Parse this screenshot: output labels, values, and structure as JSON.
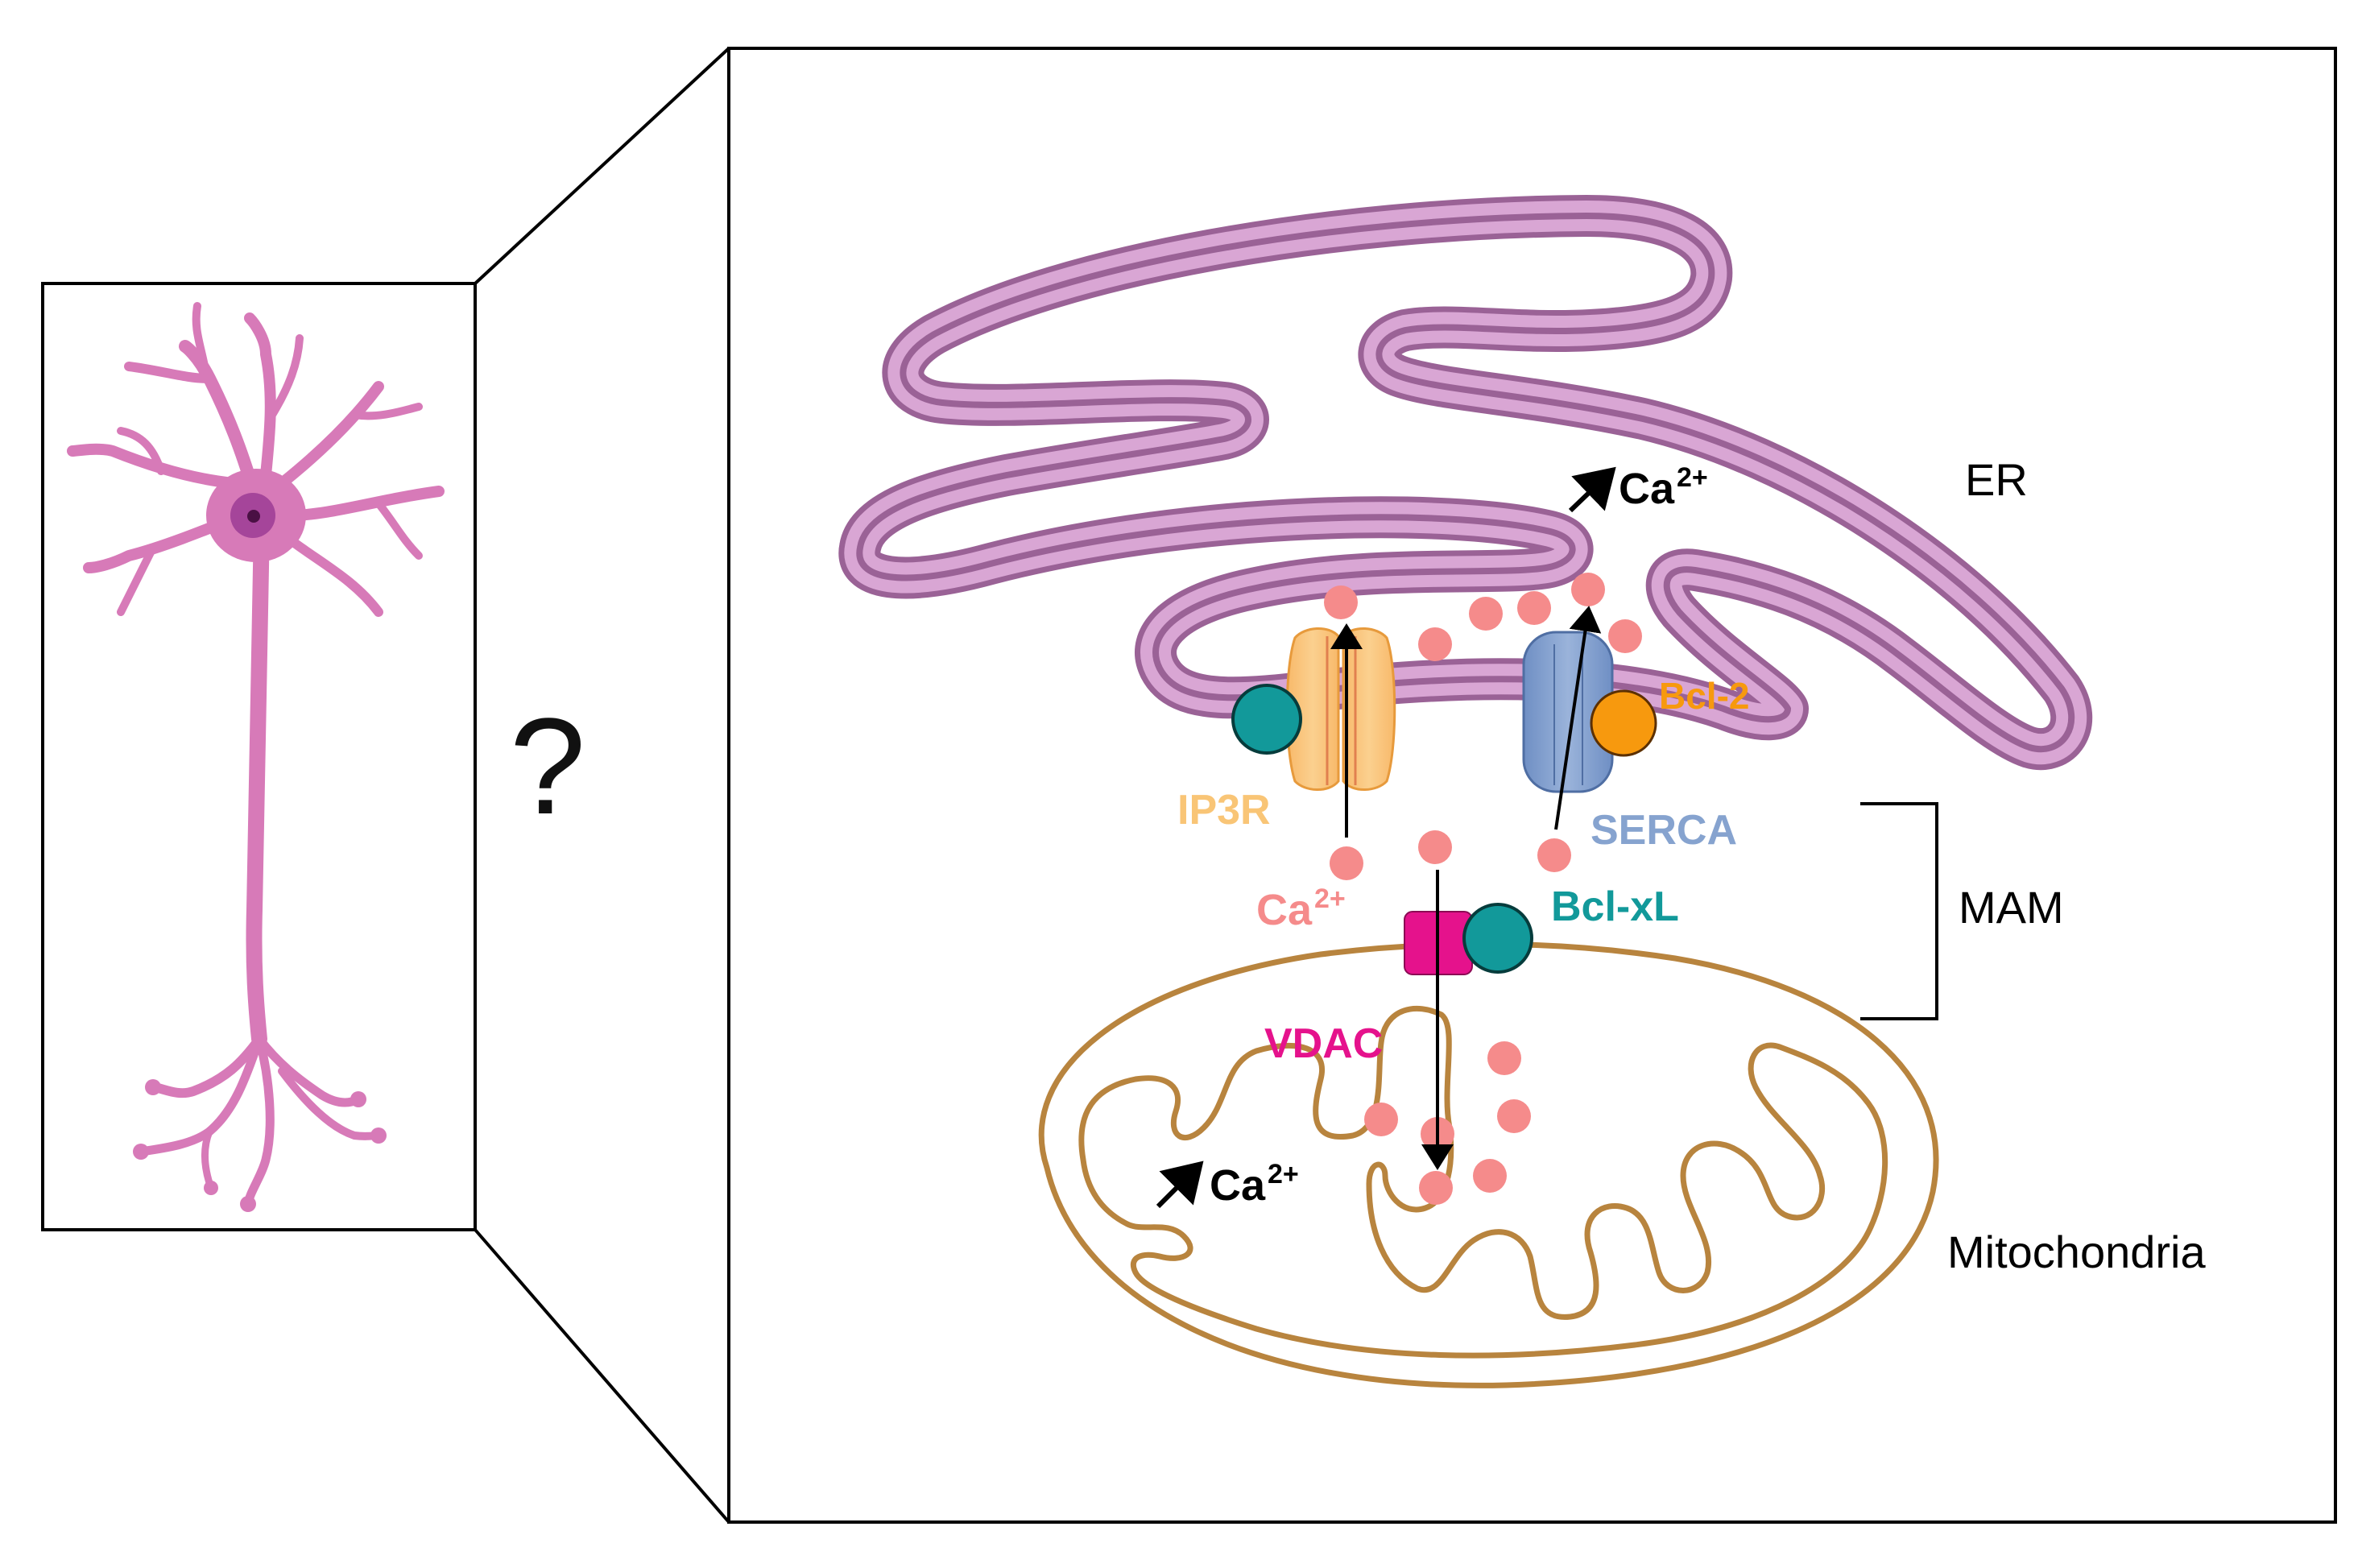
{
  "labels": {
    "question": "?",
    "er": "ER",
    "mam": "MAM",
    "mitochondria": "Mitochondria",
    "ip3r": "IP3R",
    "serca": "SERCA",
    "bcl2": "Bcl-2",
    "bclxl": "Bcl-xL",
    "vdac": "VDAC",
    "ca_base": "Ca",
    "ca_sup": "2+"
  },
  "colors": {
    "er_fill": "#d9a6d4",
    "er_outline": "#9a6296",
    "mito": "#b8843e",
    "neuron": "#d77ab8",
    "ip3r": "#f9c576",
    "serca": "#86a3cf",
    "bcl2": "#f7990e",
    "bclxl": "#12999a",
    "vdac": "#e5128c",
    "calcium": "#f58b8b"
  },
  "icons": [
    "neuron-icon",
    "arrow-up-icon",
    "arrow-down-icon"
  ]
}
